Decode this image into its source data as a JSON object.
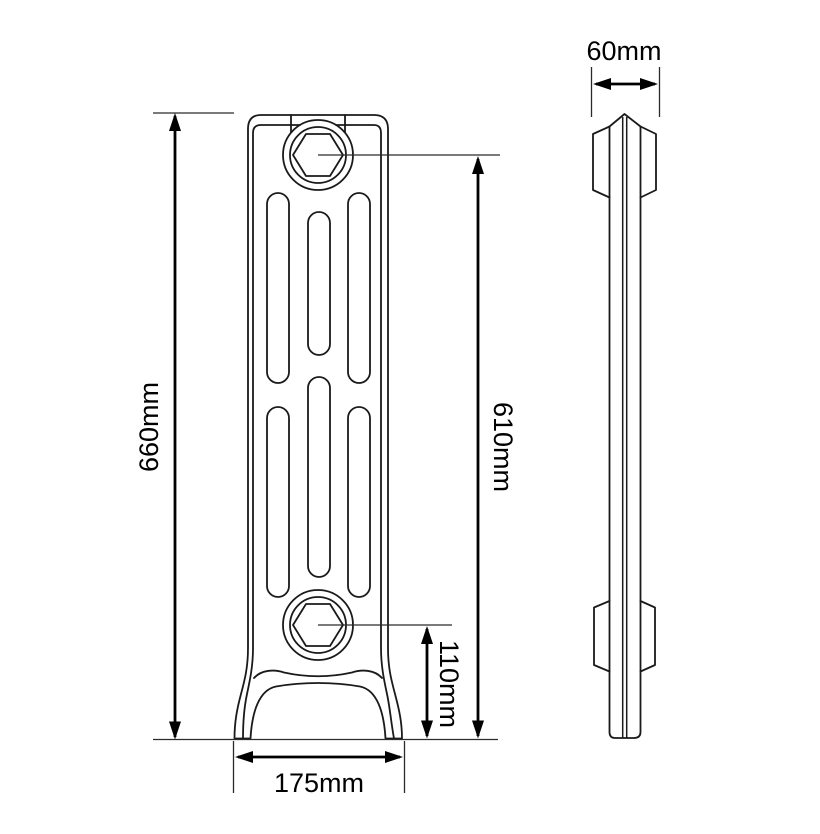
{
  "drawing": {
    "kind": "radiator-section-dimension-drawing",
    "background_color": "#ffffff",
    "line_color": "#1a1a1a",
    "dimension_color": "#000000",
    "views": [
      "front elevation",
      "side profile"
    ]
  },
  "dimensions": {
    "overall_height": {
      "label": "660mm",
      "value": 660,
      "unit": "mm",
      "orientation": "vertical",
      "measures": "floor line to top of radiator"
    },
    "top_tapping_height": {
      "label": "610mm",
      "value": 610,
      "unit": "mm",
      "orientation": "vertical",
      "measures": "floor line to centre of top bush"
    },
    "bottom_tapping_height": {
      "label": "110mm",
      "value": 110,
      "unit": "mm",
      "orientation": "vertical",
      "measures": "floor line to centre of bottom bush"
    },
    "base_width": {
      "label": "175mm",
      "value": 175,
      "unit": "mm",
      "orientation": "horizontal",
      "measures": "width across feet"
    },
    "depth": {
      "label": "60mm",
      "value": 60,
      "unit": "mm",
      "orientation": "horizontal",
      "measures": "section depth, side view"
    }
  }
}
